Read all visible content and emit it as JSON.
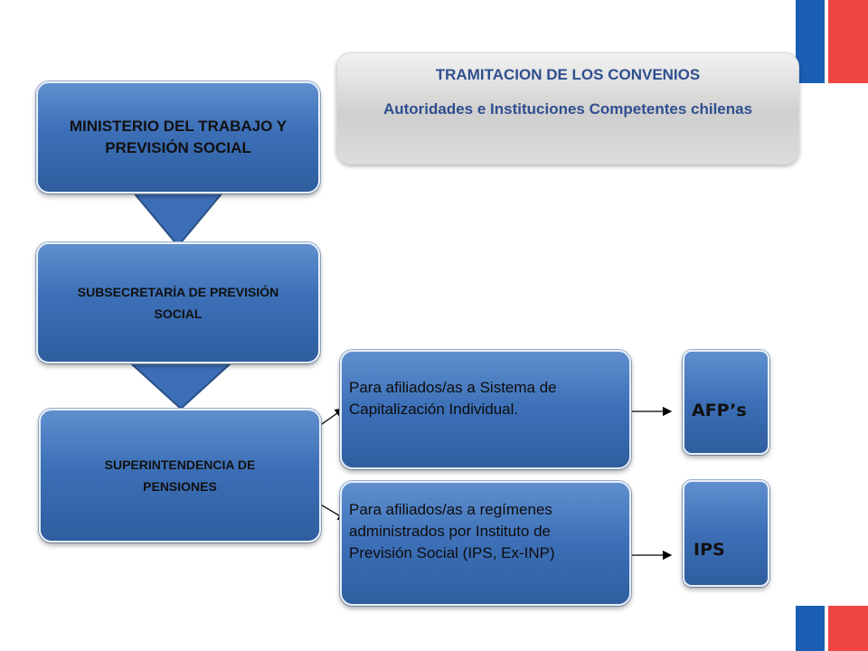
{
  "header": {
    "title": "TRAMITACION DE LOS CONVENIOS",
    "subtitle": "Autoridades e Instituciones Competentes chilenas"
  },
  "hierarchy": {
    "ministry": "MINISTERIO DEL TRABAJO Y PREVISIÓN SOCIAL",
    "subsecretary": "SUBSECRETARÍA DE PREVISIÓN SOCIAL",
    "superintendency": "SUPERINTENDENCIA DE PENSIONES"
  },
  "branches": [
    {
      "description": "Para afiliados/as a Sistema de Capitalización Individual.",
      "target": "AFP’s"
    },
    {
      "description": "Para afiliados/as a regímenes administrados por Instituto de Previsión Social (IPS, Ex-INP)",
      "target": "IPS"
    }
  ],
  "colors": {
    "box_blue": "#3c6fb7",
    "header_text": "#2f4f8f",
    "flag_blue": "#1a5fb4",
    "flag_red": "#ef4444"
  }
}
